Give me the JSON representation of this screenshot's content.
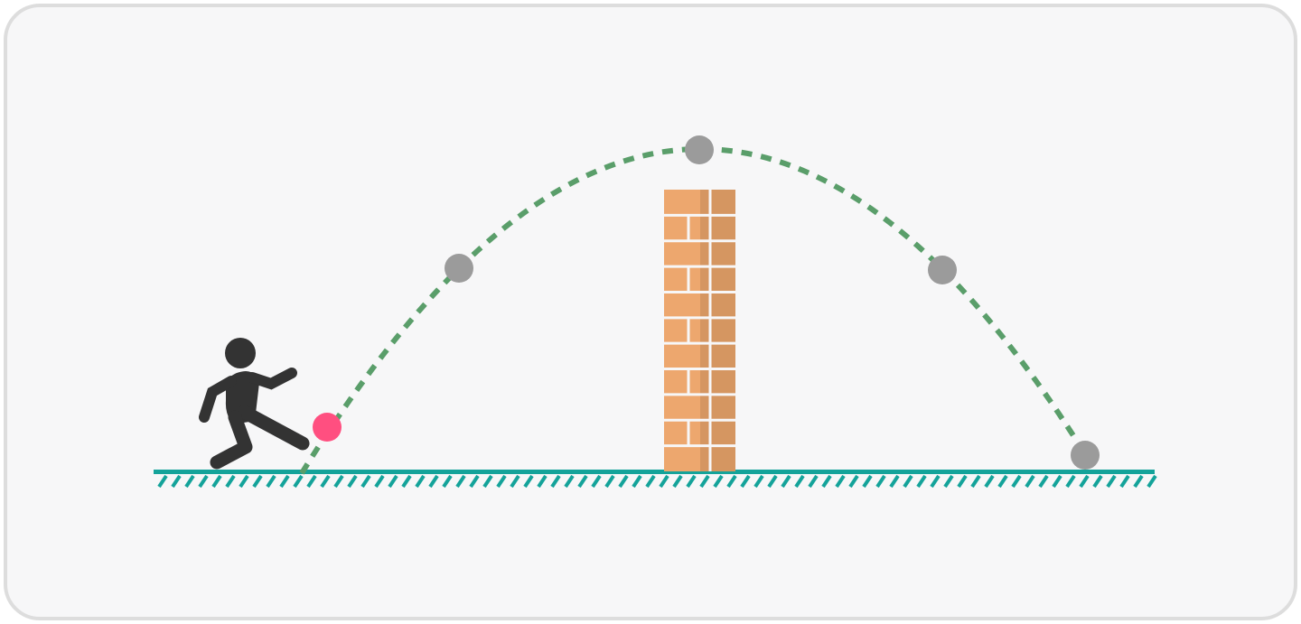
{
  "diagram": {
    "colors": {
      "panel_background": "#f7f7f8",
      "panel_border": "#dddddd",
      "ground": "#14a39a",
      "trajectory": "#5a9e6a",
      "kicked_ball": "#ff4f80",
      "ball_positions": "#9b9b9b",
      "brick_light": "#eda76e",
      "brick_shade": "#d59661",
      "mortar": "#f7f7f8",
      "kicker": "#333333"
    },
    "elements": {
      "kicker": {
        "icon": "person-kicking-icon"
      },
      "kicked_ball": {
        "icon": "ball-icon"
      },
      "wall": {
        "icon": "brick-wall-icon",
        "brick_courses": 11
      },
      "trajectory": {
        "style": "dashed parabola"
      },
      "ball_positions_count": 4,
      "ground": {
        "style": "hatched ground line"
      }
    }
  }
}
